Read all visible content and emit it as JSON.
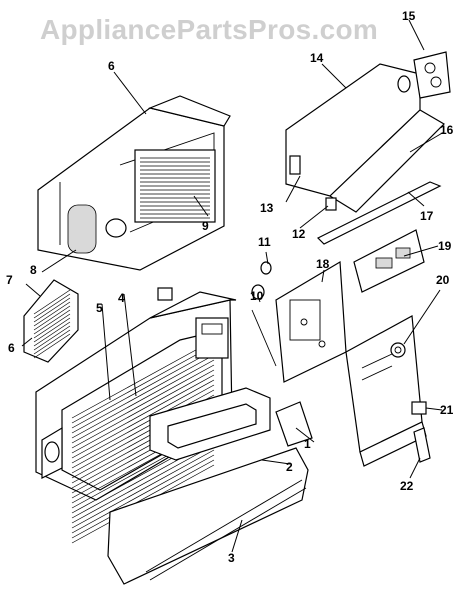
{
  "watermark": "AppliancePartsPros.com",
  "callouts": [
    "1",
    "2",
    "3",
    "4",
    "5",
    "6",
    "6",
    "7",
    "8",
    "9",
    "10",
    "11",
    "12",
    "13",
    "14",
    "15",
    "16",
    "17",
    "18",
    "19",
    "20",
    "21",
    "22"
  ]
}
